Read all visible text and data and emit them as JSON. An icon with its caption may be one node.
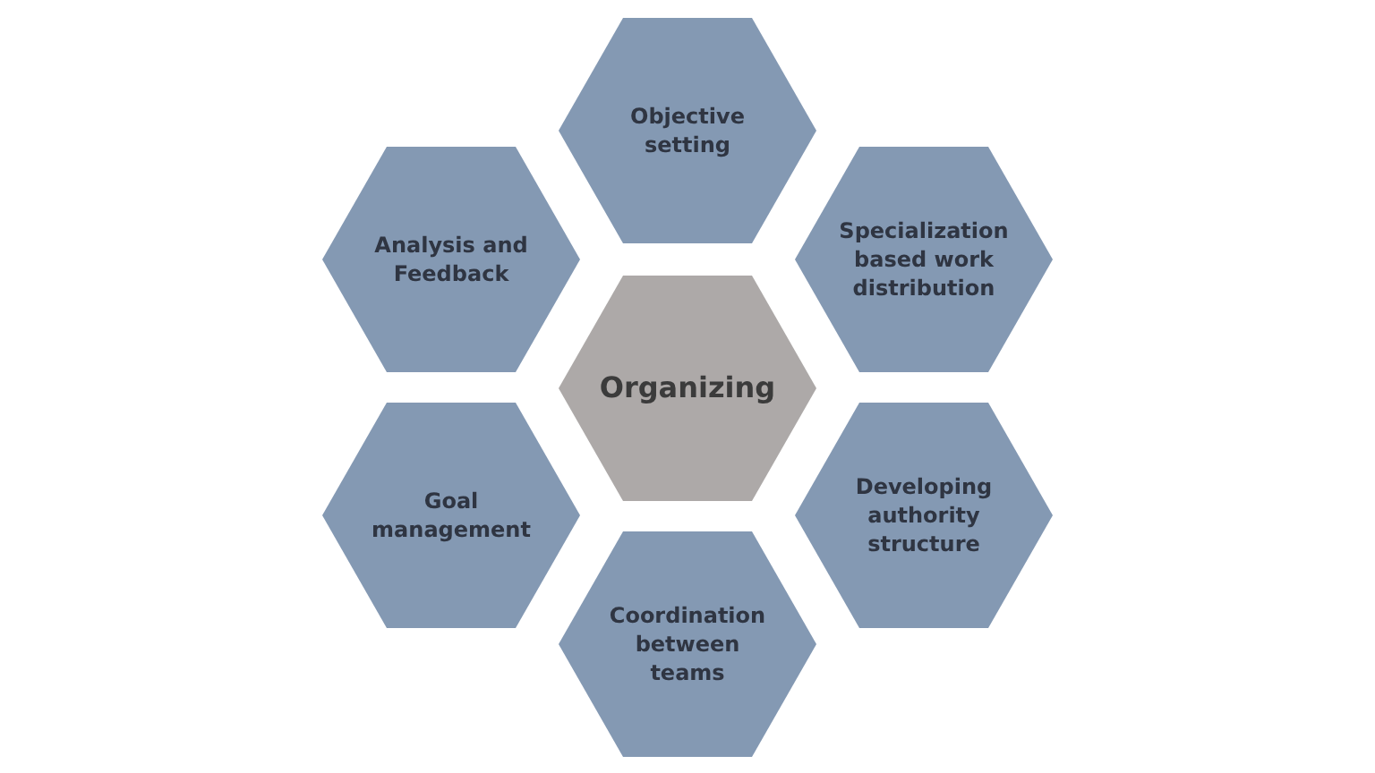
{
  "diagram": {
    "nodes": [
      {
        "text": [
          "Objective setting"
        ]
      },
      {
        "text": [
          "Analysis and Feedback"
        ]
      },
      {
        "text": [
          "Specialization based work distribution"
        ]
      },
      {
        "text": [
          "Organizing"
        ]
      },
      {
        "text": [
          "Goal management"
        ]
      },
      {
        "text": [
          "Developing authority structure"
        ]
      },
      {
        "text": [
          "Coordination between teams"
        ]
      }
    ]
  }
}
